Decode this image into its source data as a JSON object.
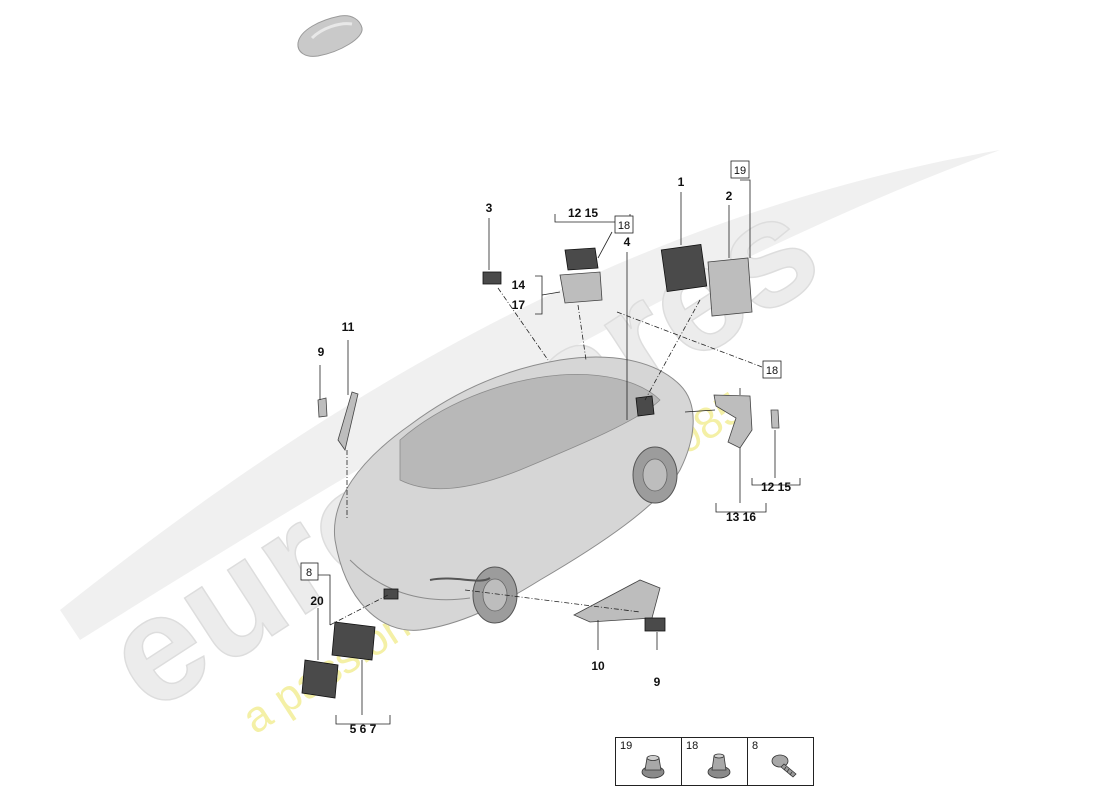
{
  "watermark": {
    "brand": "eurospares",
    "tagline": "a passion for parts since 1985",
    "brand_color": "#e6e6e6",
    "tagline_color": "#f3ef9a"
  },
  "callouts": {
    "c1": "1",
    "c2": "2",
    "c3": "3",
    "c4": "4",
    "c9a": "9",
    "c9b": "9",
    "c10": "10",
    "c11": "11",
    "c12_15a": "12 15",
    "c12_15b": "12 15",
    "c13_16": "13 16",
    "c14": "14",
    "c17": "17",
    "c18a": "18",
    "c18b": "18",
    "c19": "19",
    "c8": "8",
    "c20": "20",
    "c5_6_7": "5 6 7"
  },
  "legend": [
    {
      "number": "19",
      "icon": "clip-nut-icon"
    },
    {
      "number": "18",
      "icon": "clip-nut-icon"
    },
    {
      "number": "8",
      "icon": "screw-icon"
    }
  ]
}
